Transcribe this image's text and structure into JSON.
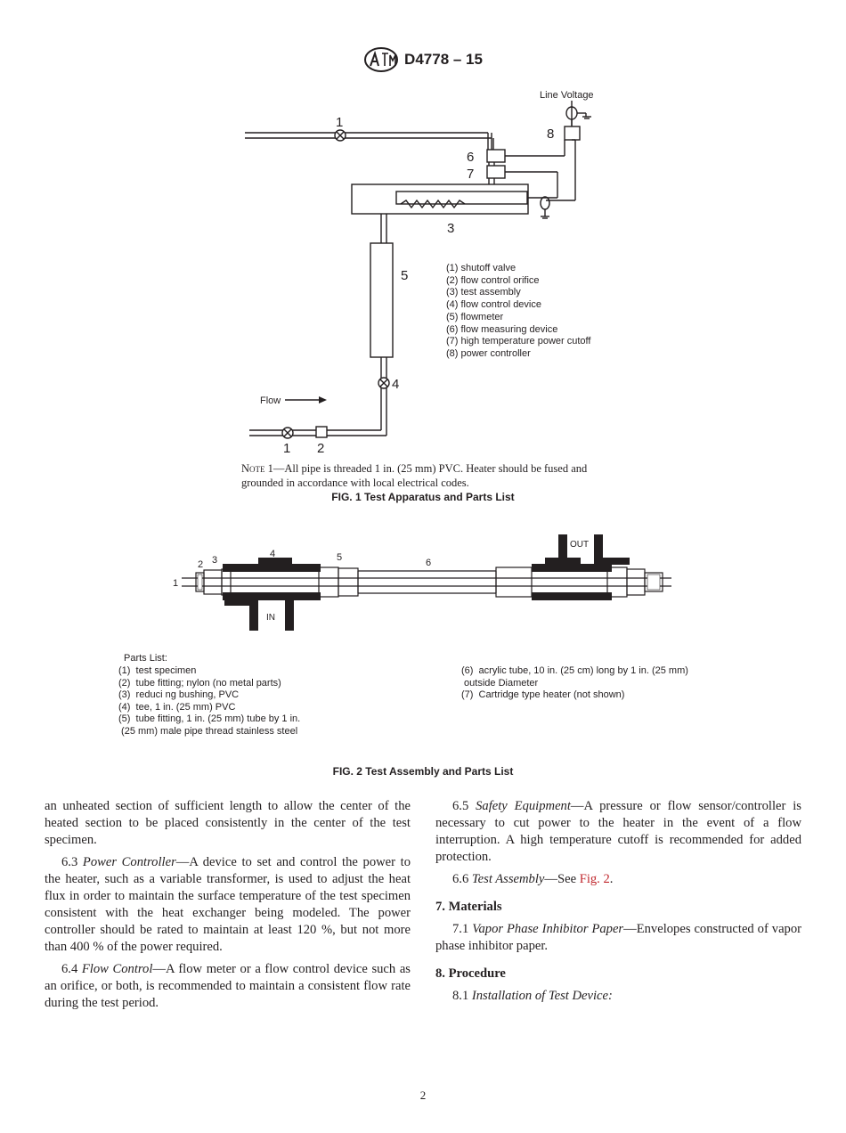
{
  "header": {
    "doc_id": "D4778 – 15",
    "logo_text": "ASTM"
  },
  "figure1": {
    "line_voltage_label": "Line Voltage",
    "flow_label": "Flow",
    "numbers": {
      "n1_top": "1",
      "n6": "6",
      "n7": "7",
      "n8": "8",
      "n3": "3",
      "n5": "5",
      "n4": "4",
      "n1_bottom": "1",
      "n2": "2"
    },
    "parts": [
      "(1) shutoff valve",
      "(2) flow control orifice",
      "(3) test assembly",
      "(4) flow control device",
      "(5) flowmeter",
      "(6) flow measuring device",
      "(7) high temperature power cutoff",
      "(8) power controller"
    ],
    "note_label": "Note",
    "note_text": " 1—All pipe is threaded 1 in. (25 mm) PVC. Heater should be fused and grounded in accordance with local electrical codes.",
    "caption": "FIG. 1 Test Apparatus and Parts List"
  },
  "figure2": {
    "labels": {
      "n1": "1",
      "n2": "2",
      "n3": "3",
      "n4": "4",
      "n5": "5",
      "n6": "6",
      "in": "IN",
      "out": "OUT"
    },
    "parts_title": "Parts List:",
    "parts_left": [
      "(1)  test specimen",
      "",
      "(2)  tube fitting; nylon (no metal parts)",
      "(3)  reduci ng bushing, PVC",
      "(4)  tee, 1 in. (25 mm) PVC",
      "(5)  tube fitting, 1 in. (25 mm) tube by 1 in.",
      " (25 mm) male pipe thread stainless steel"
    ],
    "parts_right": [
      "(6)  acrylic tube, 10 in. (25 cm) long by 1 in. (25 mm)",
      " outside Diameter",
      "(7)  Cartridge type heater (not shown)"
    ],
    "caption": "FIG. 2  Test Assembly and Parts List"
  },
  "body": {
    "left": {
      "p1": "an unheated section of sufficient length to allow the center of the heated section to be placed consistently in the center of the test specimen.",
      "p2_num": "6.3 ",
      "p2_title": "Power Controller",
      "p2_text": "—A device to set and control the power to the heater, such as a variable transformer, is used to adjust the heat flux in order to maintain the surface temperature of the test specimen consistent with the heat exchanger being modeled. The power controller should be rated to maintain at least 120 %, but not more than 400 % of the power required.",
      "p3_num": "6.4 ",
      "p3_title": "Flow Control",
      "p3_text": "—A flow meter or a flow control device such as an orifice, or both, is recommended to maintain a consistent flow rate during the test period."
    },
    "right": {
      "p1_num": "6.5 ",
      "p1_title": "Safety Equipment",
      "p1_text": "—A pressure or flow sensor/controller is necessary to cut power to the heater in the event of a flow interruption. A high temperature cutoff is recommended for added protection.",
      "p2_num": "6.6 ",
      "p2_title": "Test Assembly",
      "p2_pre": "—See ",
      "p2_link": "Fig. 2",
      "p2_post": ".",
      "h7": "7. Materials",
      "p3_num": "7.1 ",
      "p3_title": "Vapor Phase Inhibitor Paper",
      "p3_text": "—Envelopes constructed of vapor phase inhibitor paper.",
      "h8": "8. Procedure",
      "p4_num": "8.1 ",
      "p4_title": "Installation of Test Device:"
    }
  },
  "page_number": "2",
  "colors": {
    "text": "#231f20",
    "link": "#c0272d"
  }
}
